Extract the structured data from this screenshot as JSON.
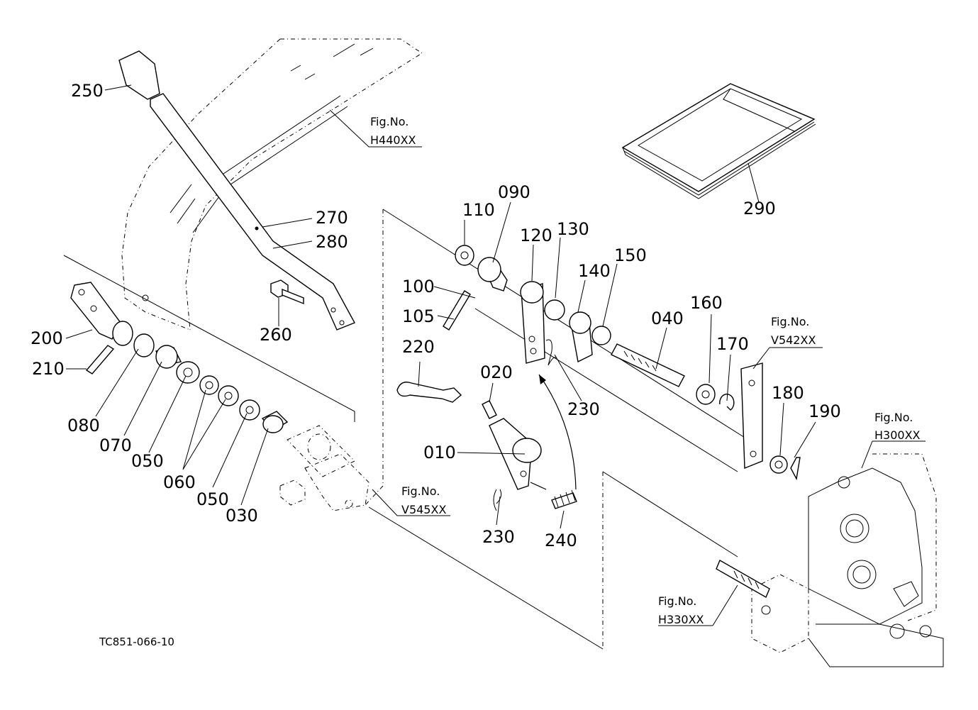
{
  "drawing_code": "TC851-066-10",
  "fig_refs": {
    "h440": {
      "label": "Fig.No.",
      "code": "H440XX"
    },
    "v542": {
      "label": "Fig.No.",
      "code": "V542XX"
    },
    "h300": {
      "label": "Fig.No.",
      "code": "H300XX"
    },
    "v545": {
      "label": "Fig.No.",
      "code": "V545XX"
    },
    "h330": {
      "label": "Fig.No.",
      "code": "H330XX"
    }
  },
  "parts": {
    "p250": "250",
    "p270": "270",
    "p280": "280",
    "p260": "260",
    "p200": "200",
    "p210": "210",
    "p080": "080",
    "p070": "070",
    "p050a": "050",
    "p060": "060",
    "p050b": "050",
    "p030": "030",
    "p110": "110",
    "p090": "090",
    "p120": "120",
    "p130": "130",
    "p140": "140",
    "p150": "150",
    "p100": "100",
    "p105": "105",
    "p040": "040",
    "p160": "160",
    "p170": "170",
    "p220": "220",
    "p020": "020",
    "p230a": "230",
    "p010": "010",
    "p230b": "230",
    "p240": "240",
    "p180": "180",
    "p190": "190",
    "p290": "290"
  }
}
